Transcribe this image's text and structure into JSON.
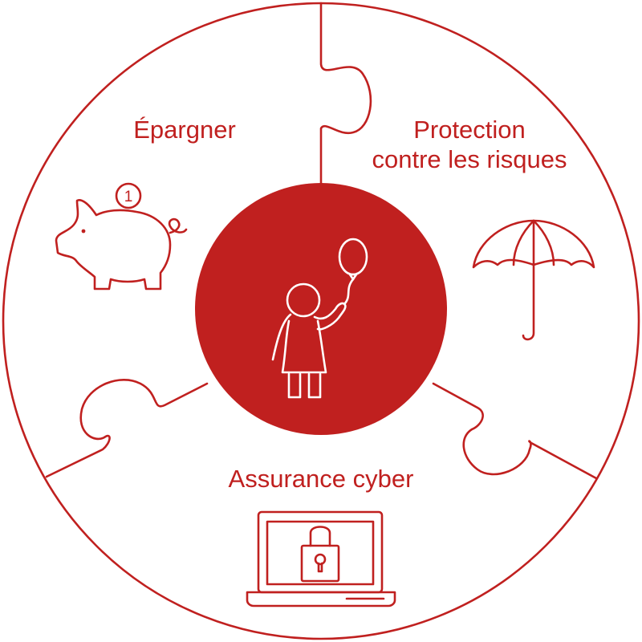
{
  "colors": {
    "accent": "#c0201f",
    "background": "#ffffff",
    "icon_on_accent": "#ffffff"
  },
  "segments": [
    {
      "label": "Épargner",
      "icon": "piggy-bank-icon",
      "coin_text": "1"
    },
    {
      "label_lines": [
        "Protection",
        "contre les risques"
      ],
      "icon": "umbrella-icon"
    },
    {
      "label": "Assurance cyber",
      "icon": "laptop-lock-icon"
    }
  ],
  "center": {
    "icon": "child-with-balloon-icon"
  }
}
